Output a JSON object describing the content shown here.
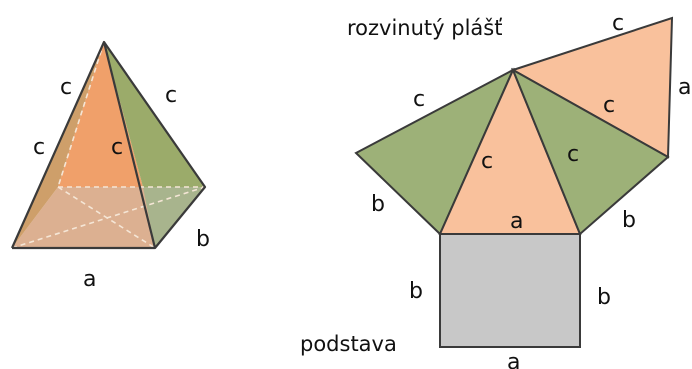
{
  "colors": {
    "face_front": "#f0a06a",
    "face_side": "#9bab6a",
    "face_left": "#c9955a",
    "base_3d": "#dcb091",
    "base_3d_right": "#9fb58c",
    "net_orange": "#f9c19c",
    "net_green": "#9db178",
    "net_base": "#c8c8c8",
    "outline": "#3a3a3a"
  },
  "labels": {
    "title": "rozvinutý plášť",
    "base_caption": "podstava",
    "pyr_c_left_top": "c",
    "pyr_c_left_mid": "c",
    "pyr_c_front": "c",
    "pyr_c_right": "c",
    "pyr_b": "b",
    "pyr_a": "a",
    "net_c_top": "c",
    "net_a_right": "a",
    "net_c_left_top": "c",
    "net_b_left": "b",
    "net_c_inner1": "c",
    "net_c_inner2": "c",
    "net_c_inner3": "c",
    "net_a_middle": "a",
    "net_b_right_tri": "b",
    "net_b_sq_left": "b",
    "net_b_sq_right": "b",
    "net_a_bottom": "a"
  }
}
